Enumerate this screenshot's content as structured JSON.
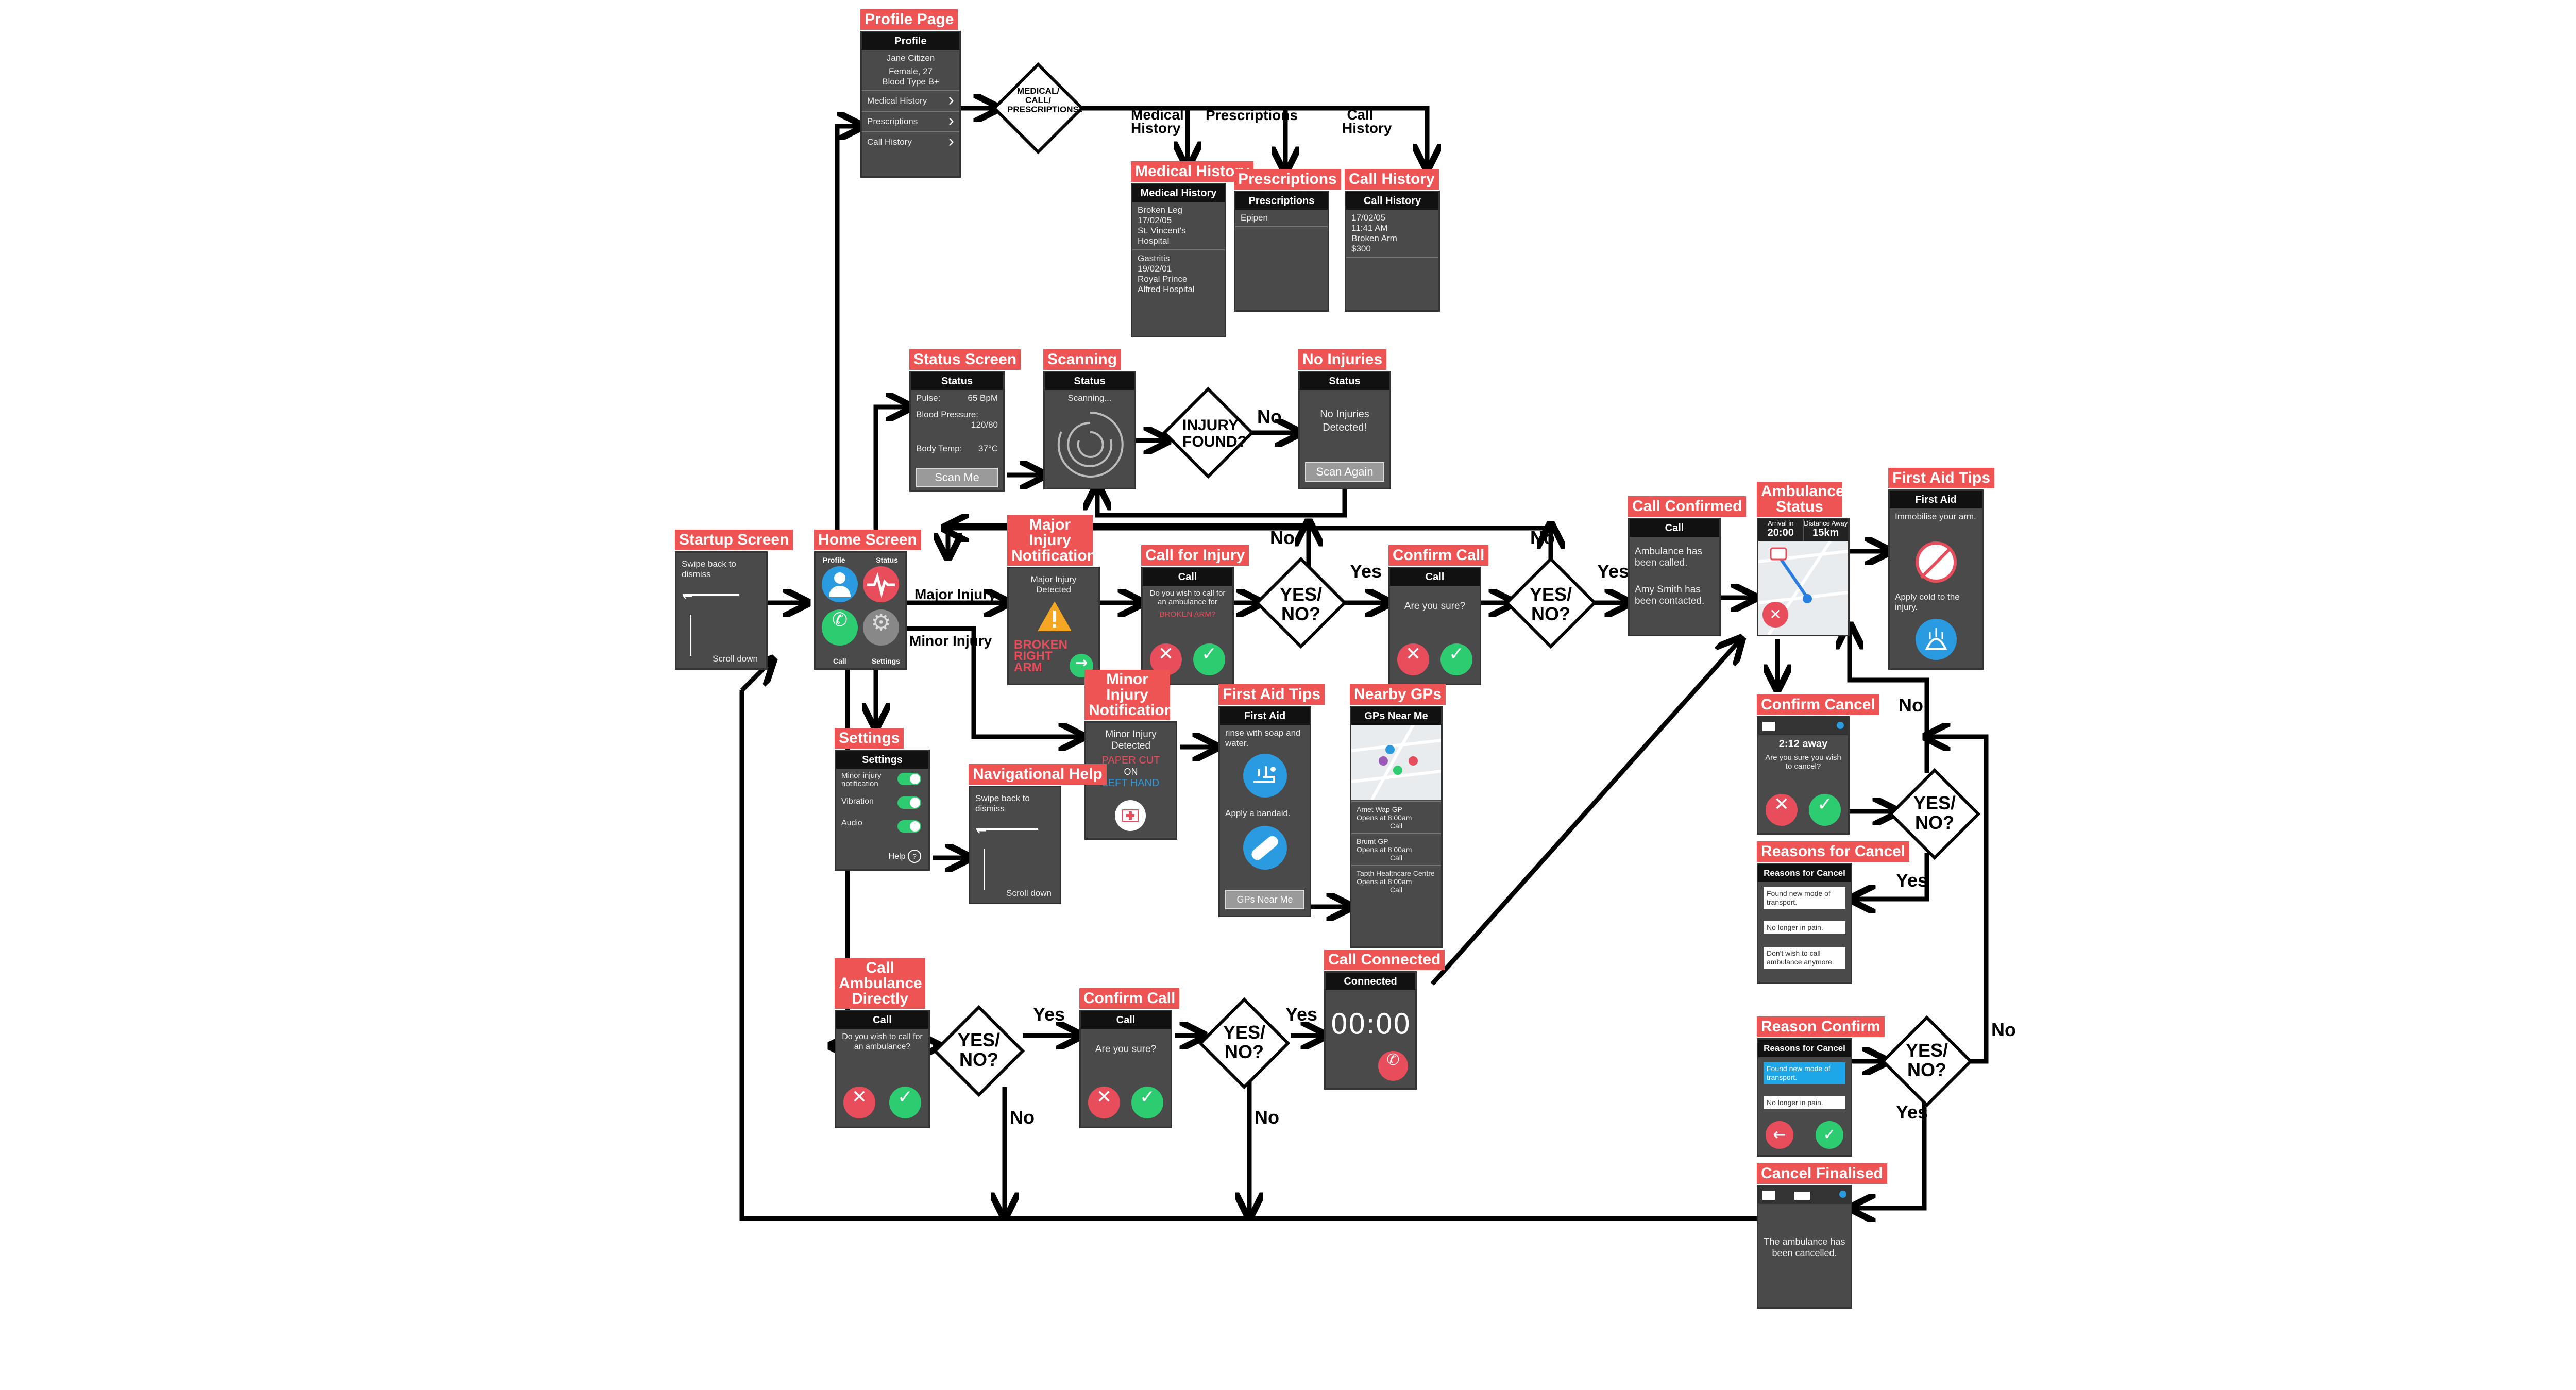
{
  "screens": {
    "profile_page": {
      "tag": "Profile Page",
      "header": "Profile",
      "name": "Jane Citizen",
      "sex_age": "Female, 27",
      "blood": "Blood Type B+",
      "rows": [
        "Medical History",
        "Prescriptions",
        "Call History"
      ]
    },
    "medical_history": {
      "tag": "Medical History",
      "header": "Medical History",
      "entry1": [
        "Broken Leg",
        "17/02/05",
        "St. Vincent's",
        "Hospital"
      ],
      "entry2": [
        "Gastritis",
        "19/02/01",
        "Royal Prince",
        "Alfred Hospital"
      ]
    },
    "prescriptions": {
      "tag": "Prescriptions",
      "header": "Prescriptions",
      "item": "Epipen"
    },
    "call_history": {
      "tag": "Call History",
      "header": "Call History",
      "lines": [
        "17/02/05",
        "11:41 AM",
        "Broken Arm",
        "$300"
      ]
    },
    "status_screen": {
      "tag": "Status Screen",
      "header": "Status",
      "pulse_label": "Pulse:",
      "pulse": "65 BpM",
      "bp_label": "Blood Pressure:",
      "bp": "120/80",
      "temp_label": "Body Temp:",
      "temp": "37°C",
      "button": "Scan Me"
    },
    "scanning": {
      "tag": "Scanning",
      "header": "Status",
      "text": "Scanning..."
    },
    "no_injuries": {
      "tag": "No Injuries",
      "header": "Status",
      "text": "No Injuries Detected!",
      "button": "Scan Again"
    },
    "startup": {
      "tag": "Startup Screen",
      "text": "Swipe back to dismiss",
      "scroll": "Scroll down"
    },
    "home": {
      "tag": "Home Screen",
      "profile": "Profile",
      "status": "Status",
      "call": "Call",
      "settings": "Settings"
    },
    "major_injury": {
      "tag": "Major Injury Notification",
      "text": "Major Injury Detected",
      "injury": "BROKEN RIGHT ARM"
    },
    "call_for_injury": {
      "tag": "Call for Injury",
      "header": "Call",
      "text": "Do you wish to call for an ambulance for",
      "injury": "BROKEN ARM?"
    },
    "confirm_call_1": {
      "tag": "Confirm Call",
      "header": "Call",
      "text": "Are you sure?"
    },
    "call_confirmed": {
      "tag": "Call Confirmed",
      "header": "Call",
      "text1": "Ambulance has been called.",
      "text2": "Amy Smith has been contacted."
    },
    "ambulance_status": {
      "tag": "Ambulance Status",
      "arrival_label": "Arrival in",
      "arrival": "20:00",
      "distance_label": "Distance Away",
      "distance": "15km"
    },
    "first_aid_tips_1": {
      "tag": "First Aid Tips",
      "header": "First Aid",
      "text1": "Immobilise your arm.",
      "text2": "Apply cold to the injury."
    },
    "minor_injury": {
      "tag": "Minor Injury Notification",
      "text": "Minor Injury Detected",
      "injury1": "PAPER CUT",
      "on": "ON",
      "injury2": "LEFT HAND"
    },
    "first_aid_tips_2": {
      "tag": "First Aid Tips",
      "header": "First Aid",
      "text1": "rinse with soap and water.",
      "text2": "Apply a bandaid.",
      "button": "GPs Near Me"
    },
    "nearby_gps": {
      "tag": "Nearby GPs",
      "header": "GPs Near Me",
      "gps": [
        {
          "name": "Amet Wap GP",
          "hours": "Opens at 8:00am"
        },
        {
          "name": "Brumt GP",
          "hours": "Opens at 8:00am"
        },
        {
          "name": "Tapth Healthcare Centre",
          "hours": "Opens at 8:00am"
        }
      ],
      "call": "Call"
    },
    "settings": {
      "tag": "Settings",
      "header": "Settings",
      "items": [
        "Minor injury notification",
        "Vibration",
        "Audio"
      ],
      "help": "Help"
    },
    "nav_help": {
      "tag": "Navigational Help",
      "text": "Swipe back to dismiss",
      "scroll": "Scroll down"
    },
    "call_directly": {
      "tag": "Call Ambulance Directly",
      "header": "Call",
      "text": "Do you wish to call for an ambulance?"
    },
    "confirm_call_2": {
      "tag": "Confirm Call",
      "header": "Call",
      "text": "Are you sure?"
    },
    "call_connected": {
      "tag": "Call Connected",
      "header": "Connected",
      "timer": "00:00"
    },
    "confirm_cancel": {
      "tag": "Confirm Cancel",
      "away": "2:12 away",
      "text": "Are you sure you wish to cancel?"
    },
    "reasons_cancel": {
      "tag": "Reasons for Cancel",
      "header": "Reasons for Cancel",
      "reasons": [
        "Found new mode of transport.",
        "No longer in pain.",
        "Don't wish to call ambulance anymore."
      ]
    },
    "reason_confirm": {
      "tag": "Reason Confirm",
      "header": "Reasons for Cancel",
      "selected": "Found new mode of transport.",
      "other": "No longer in pain."
    },
    "cancel_finalised": {
      "tag": "Cancel Finalised",
      "text": "The ambulance has been cancelled."
    }
  },
  "decisions": {
    "med_call_presc": "MEDICAL/ CALL/ PRESCRIPTIONS?",
    "injury_found": "INJURY FOUND?",
    "yes_no": "YES/ NO?"
  },
  "edge_labels": {
    "medical_history": "Medical History",
    "prescriptions": "Prescriptions",
    "call_history": "Call History",
    "no": "No",
    "yes": "Yes",
    "major_injury": "Major Injury",
    "minor_injury": "Minor Injury"
  }
}
